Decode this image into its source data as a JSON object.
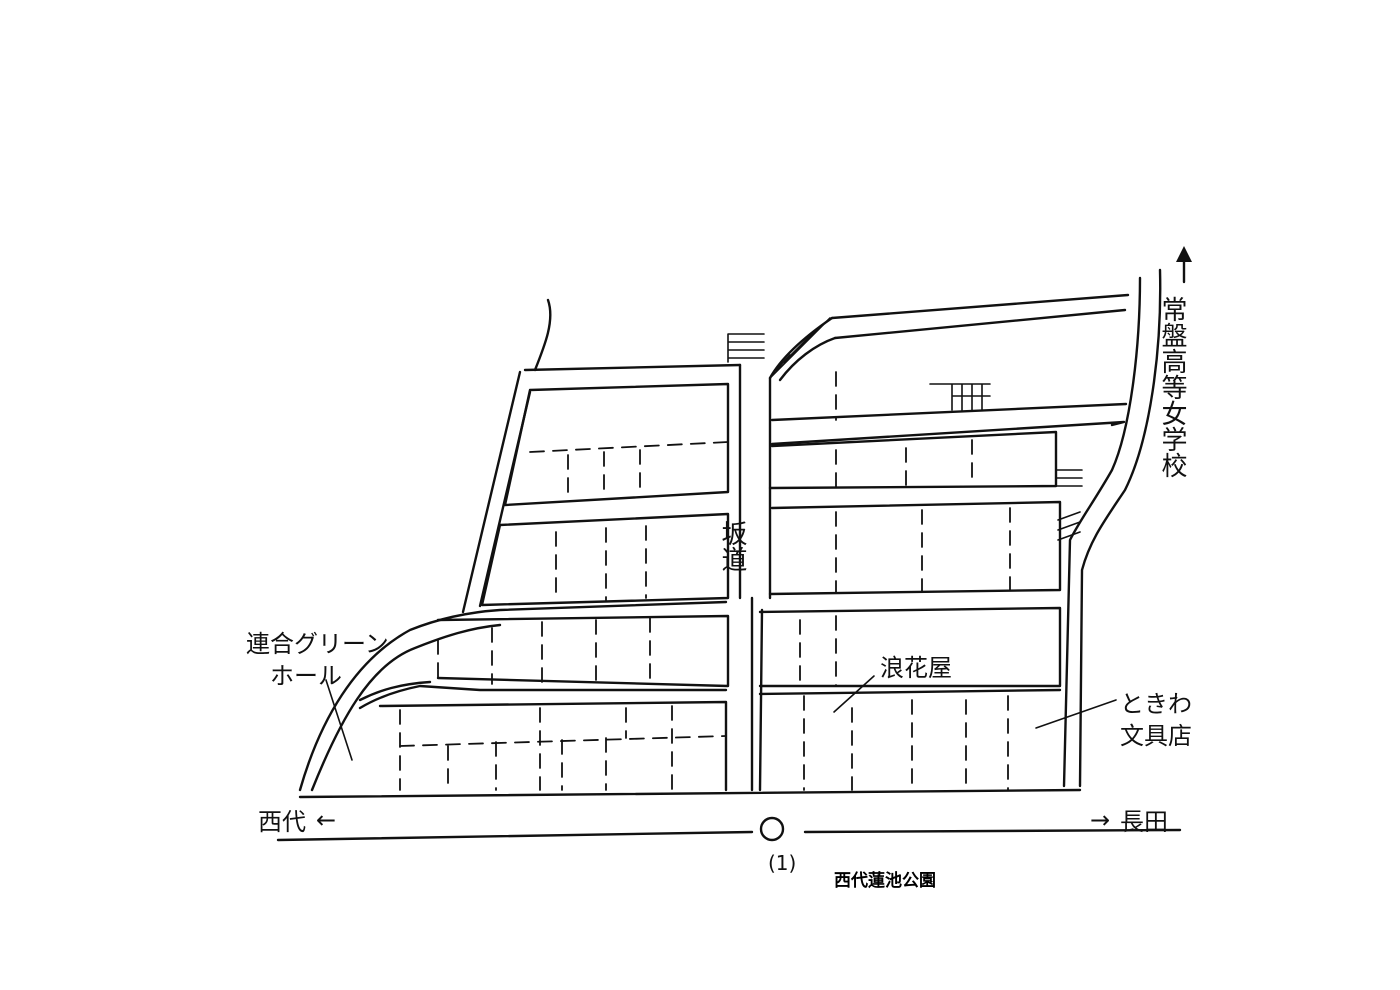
{
  "map": {
    "labels": {
      "school": "常盤高等女学校",
      "slope_road": "坂道",
      "green_hall_line1": "連合グリーン",
      "green_hall_line2": "ホール",
      "naniwaya": "浪花屋",
      "tokiwa_line1": "ときわ",
      "tokiwa_line2": "文具店",
      "nishiyo": "西代",
      "arrow_left": "←",
      "arrow_right": "→",
      "nagata": "長田"
    },
    "marker": {
      "page_number": "(1)",
      "caption": "西代蓮池公園"
    }
  }
}
